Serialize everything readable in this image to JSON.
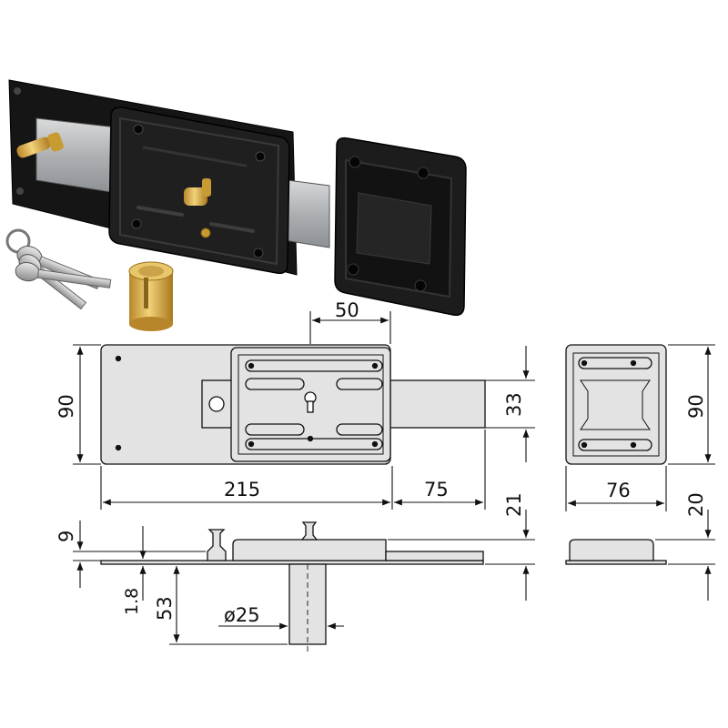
{
  "dimensions": {
    "bolt_offset": "50",
    "height_lock": "90",
    "bolt_height": "33",
    "length_lock": "215",
    "bolt_projection": "75",
    "keeper_height": "90",
    "keeper_width": "76",
    "thickness_lock": "21",
    "thickness_keeper": "20",
    "knob_height": "9",
    "plate_thickness": "1.8",
    "cylinder_length": "53",
    "cylinder_diameter": "ø25"
  },
  "colors": {
    "lock_body": "#1a1a1a",
    "bolt_steel": "#b9bcbf",
    "brass": "#d4a93c",
    "drawing_fill": "#e3e3e3",
    "line": "#111111"
  }
}
